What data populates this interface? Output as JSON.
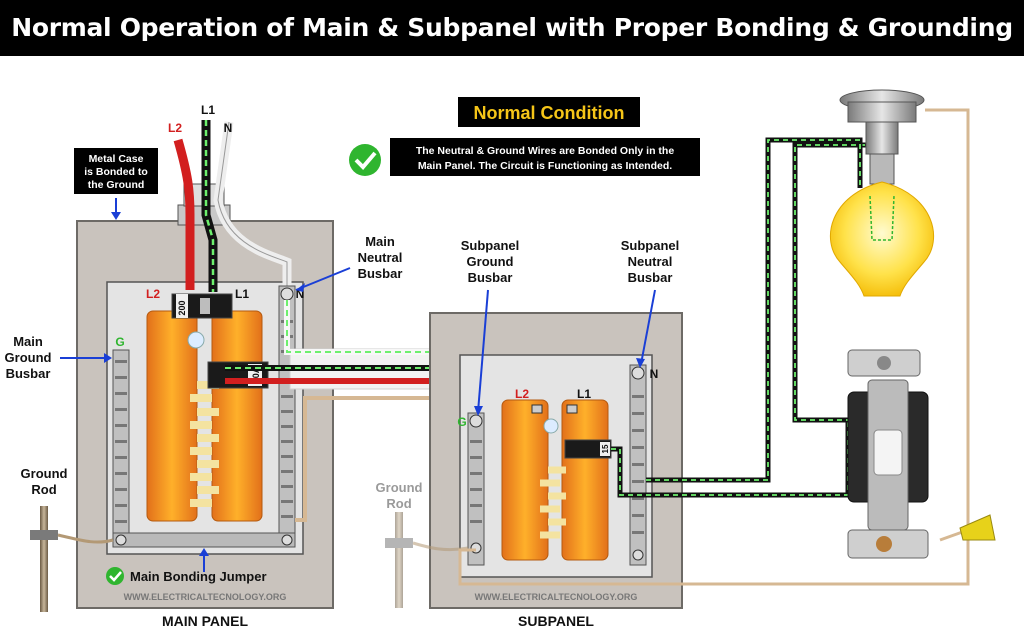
{
  "title": "Normal Operation of Main & Subpanel with Proper Bonding & Grounding",
  "condition": {
    "heading": "Normal Condition",
    "line1": "The Neutral & Ground Wires are Bonded Only in the",
    "line2": "Main Panel. The Circuit is Functioning as Intended."
  },
  "labels": {
    "metal_case": [
      "Metal Case",
      "is Bonded to",
      "the Ground"
    ],
    "main_neutral_busbar": [
      "Main",
      "Neutral",
      "Busbar"
    ],
    "main_ground_busbar": [
      "Main",
      "Ground",
      "Busbar"
    ],
    "ground_rod_main": [
      "Ground",
      "Rod"
    ],
    "ground_rod_sub": [
      "Ground",
      "Rod"
    ],
    "subpanel_ground_busbar": [
      "Subpanel",
      "Ground",
      "Busbar"
    ],
    "subpanel_neutral_busbar": [
      "Subpanel",
      "Neutral",
      "Busbar"
    ],
    "main_bonding_jumper": "Main Bonding Jumper",
    "main_panel": "MAIN PANEL",
    "subpanel": "SUBPANEL",
    "watermark_main": "WWW.ELECTRICALTECNOLOGY.ORG",
    "watermark_sub": "WWW.ELECTRICALTECNOLOGY.ORG"
  },
  "terminals": {
    "l1": "L1",
    "l2": "L2",
    "n": "N",
    "main_l2": "L2",
    "main_l1": "L1",
    "main_n": "N",
    "main_g": "G",
    "sub_l2": "L2",
    "sub_l1": "L1",
    "sub_n": "N",
    "sub_g": "G"
  },
  "breakers": {
    "main": "200",
    "feeder": "60A",
    "branch": "15"
  },
  "colors": {
    "hot_l1": "#111111",
    "hot_l2": "#d21f1f",
    "neutral": "#e8e8e8",
    "ground": "#2fb52f",
    "panel_case": "#c9c3bd",
    "busbar": "#f39a1e",
    "accent": "#f5c518"
  }
}
